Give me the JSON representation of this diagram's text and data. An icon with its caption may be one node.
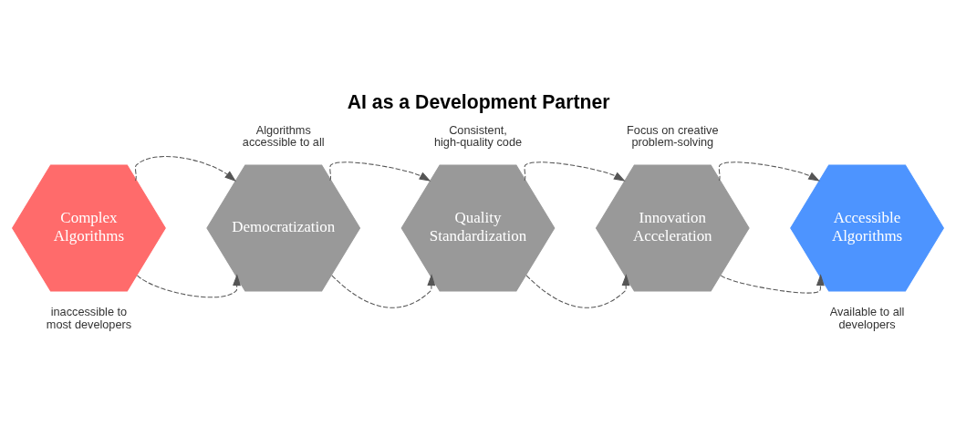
{
  "diagram": {
    "title": "AI as a Development Partner",
    "nodes": [
      {
        "text": [
          "Complex Algorithms"
        ],
        "beside": [
          "inaccessible to most developers"
        ]
      },
      {
        "text": [
          "Democratization"
        ],
        "beside": [
          "Algorithms accessible to all"
        ]
      },
      {
        "text": [
          "Quality Standardization"
        ],
        "beside": [
          "Consistent, high-quality code"
        ]
      },
      {
        "text": [
          "Innovation Acceleration"
        ],
        "beside": [
          "Focus on creative problem-solving"
        ]
      },
      {
        "text": [
          "Accessible Algorithms"
        ],
        "beside": [
          "Available to all developers"
        ]
      }
    ],
    "edges": [
      {
        "from": 0,
        "to": 1,
        "arrow": "to",
        "style": "dashed"
      },
      {
        "from": 0,
        "to": 1,
        "arrow": "to",
        "style": "dashed"
      },
      {
        "from": 1,
        "to": 2,
        "arrow": "to",
        "style": "dashed"
      },
      {
        "from": 1,
        "to": 2,
        "arrow": "to",
        "style": "dashed"
      },
      {
        "from": 2,
        "to": 3,
        "arrow": "to",
        "style": "dashed"
      },
      {
        "from": 2,
        "to": 3,
        "arrow": "to",
        "style": "dashed"
      },
      {
        "from": 3,
        "to": 4,
        "arrow": "to",
        "style": "dashed"
      },
      {
        "from": 3,
        "to": 4,
        "arrow": "to",
        "style": "dashed"
      }
    ]
  }
}
